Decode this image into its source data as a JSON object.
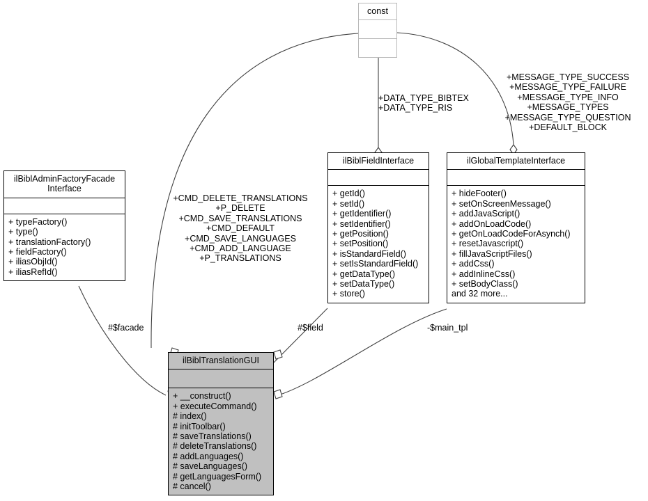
{
  "diagram": {
    "title": "ilBiblTranslationGUI class collaboration diagram",
    "background_color": "#ffffff",
    "focus_fill_color": "#c0c0c0",
    "line_color": "#404040",
    "border_color": "#000000",
    "muted_border_color": "#b8b8b8"
  },
  "nodes": {
    "const": {
      "name": "const",
      "attributes": [],
      "operations": []
    },
    "admin_factory_facade": {
      "name": "ilBiblAdminFactoryFacade\nInterface",
      "attributes": [],
      "operations": [
        "+ typeFactory()",
        "+ type()",
        "+ translationFactory()",
        "+ fieldFactory()",
        "+ iliasObjId()",
        "+ iliasRefId()"
      ]
    },
    "field_interface": {
      "name": "ilBiblFieldInterface",
      "attributes": [],
      "operations": [
        "+ getId()",
        "+ setId()",
        "+ getIdentifier()",
        "+ setIdentifier()",
        "+ getPosition()",
        "+ setPosition()",
        "+ isStandardField()",
        "+ setIsStandardField()",
        "+ getDataType()",
        "+ setDataType()",
        "+ store()"
      ]
    },
    "global_template_interface": {
      "name": "ilGlobalTemplateInterface",
      "attributes": [],
      "operations": [
        "+ hideFooter()",
        "+ setOnScreenMessage()",
        "+ addJavaScript()",
        "+ addOnLoadCode()",
        "+ getOnLoadCodeForAsynch()",
        "+ resetJavascript()",
        "+ fillJavaScriptFiles()",
        "+ addCss()",
        "+ addInlineCss()",
        "+ setBodyClass()",
        "and 32 more..."
      ]
    },
    "translation_gui": {
      "name": "ilBiblTranslationGUI",
      "attributes": [],
      "operations": [
        "+ __construct()",
        "+ executeCommand()",
        "# index()",
        "# initToolbar()",
        "# saveTranslations()",
        "# deleteTranslations()",
        "# addLanguages()",
        "# saveLanguages()",
        "# getLanguagesForm()",
        "# cancel()"
      ]
    }
  },
  "edge_labels": {
    "const_to_field": "+DATA_TYPE_BIBTEX\n+DATA_TYPE_RIS",
    "const_to_global_template": "+MESSAGE_TYPE_SUCCESS\n+MESSAGE_TYPE_FAILURE\n+MESSAGE_TYPE_INFO\n+MESSAGE_TYPES\n+MESSAGE_TYPE_QUESTION\n+DEFAULT_BLOCK",
    "const_to_translation_gui": "+CMD_DELETE_TRANSLATIONS\n+P_DELETE\n+CMD_SAVE_TRANSLATIONS\n+CMD_DEFAULT\n+CMD_SAVE_LANGUAGES\n+CMD_ADD_LANGUAGE\n+P_TRANSLATIONS",
    "facade": "#$facade",
    "field": "#$field",
    "main_tpl": "-$main_tpl"
  }
}
